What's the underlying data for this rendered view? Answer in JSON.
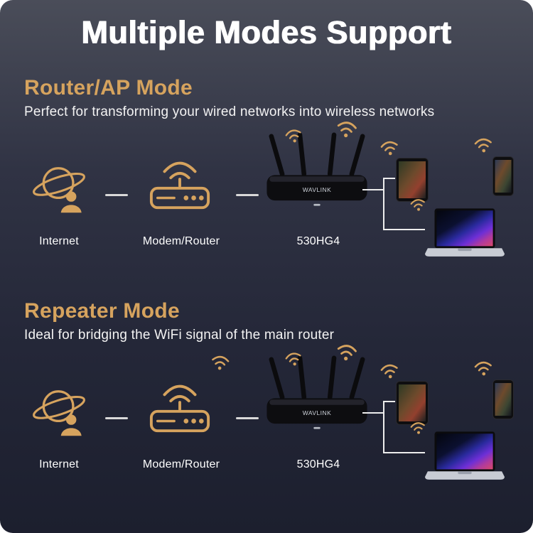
{
  "title": "Multiple Modes Support",
  "brand": "WAVLINK",
  "colors": {
    "accent_gold": "#d6a35e",
    "background_top": "#4a4d59",
    "background_bottom": "#1c1f2e",
    "text": "#ffffff"
  },
  "icons": {
    "internet": "globe-user-icon",
    "modem": "modem-router-icon",
    "router": "router-530hg4-icon",
    "wifi": "wifi-signal-icon",
    "tablet": "tablet-icon",
    "phone": "smartphone-icon",
    "laptop": "laptop-icon",
    "connector": "connection-line"
  },
  "sections": [
    {
      "heading": "Router/AP Mode",
      "description": "Perfect for transforming your wired networks into wireless networks",
      "nodes": [
        {
          "label": "Internet",
          "icon": "globe-user-icon"
        },
        {
          "label": "Modem/Router",
          "icon": "modem-router-icon"
        },
        {
          "label": "530HG4",
          "icon": "router-530hg4-icon"
        }
      ],
      "devices": [
        {
          "icon": "tablet-icon"
        },
        {
          "icon": "smartphone-icon"
        },
        {
          "icon": "laptop-icon"
        }
      ]
    },
    {
      "heading": "Repeater Mode",
      "description": "Ideal for bridging the WiFi signal of the main router",
      "nodes": [
        {
          "label": "Internet",
          "icon": "globe-user-icon"
        },
        {
          "label": "Modem/Router",
          "icon": "modem-router-icon"
        },
        {
          "label": "530HG4",
          "icon": "router-530hg4-icon"
        }
      ],
      "devices": [
        {
          "icon": "tablet-icon"
        },
        {
          "icon": "smartphone-icon"
        },
        {
          "icon": "laptop-icon"
        }
      ]
    }
  ]
}
